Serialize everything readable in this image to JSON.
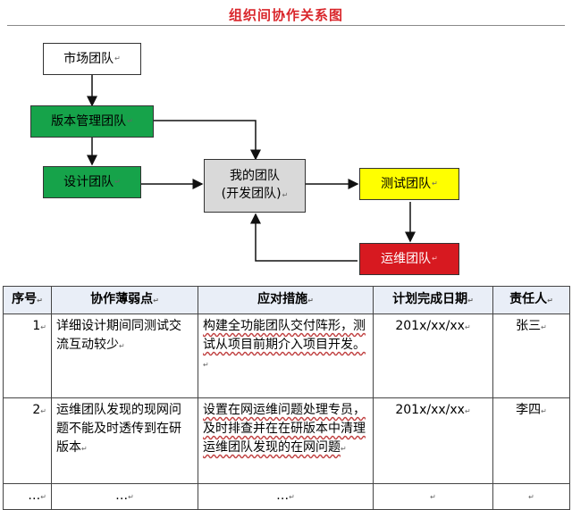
{
  "title": "组织间协作关系图",
  "diagram": {
    "boxes": {
      "market": {
        "label": "市场团队",
        "color": "#ffffff"
      },
      "version": {
        "label": "版本管理团队",
        "color": "#16a34a"
      },
      "design": {
        "label": "设计团队",
        "color": "#16a34a"
      },
      "mine": {
        "line1": "我的团队",
        "line2": "(开发团队)",
        "color": "#d9d9d9"
      },
      "test": {
        "label": "测试团队",
        "color": "#ffff00"
      },
      "ops": {
        "label": "运维团队",
        "color": "#d71920"
      }
    }
  },
  "table": {
    "headers": [
      "序号",
      "协作薄弱点",
      "应对措施",
      "计划完成日期",
      "责任人"
    ],
    "rows": [
      {
        "no": "1",
        "weakness": "详细设计期间同测试交流互动较少",
        "measure": "构建全功能团队交付阵形，测试从项目前期介入项目开发。",
        "date": "201x/xx/xx",
        "owner": "张三"
      },
      {
        "no": "2",
        "weakness": "运维团队发现的现网问题不能及时透传到在研版本",
        "measure": "设置在网运维问题处理专员，及时排查并在在研版本中清理运维团队发现的在网问题",
        "date": "201x/xx/xx",
        "owner": "李四"
      },
      {
        "no": "…",
        "weakness": "…",
        "measure": "…",
        "date": "",
        "owner": ""
      }
    ]
  },
  "marks": {
    "para": "↵"
  }
}
